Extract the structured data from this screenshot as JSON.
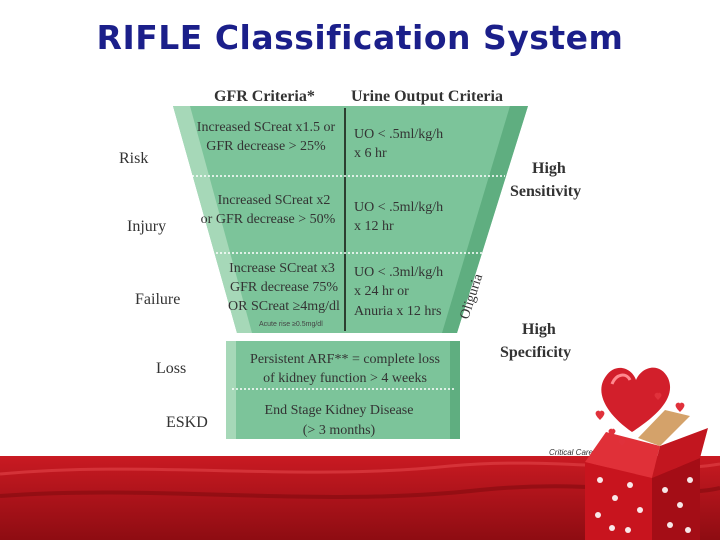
{
  "title": "RIFLE Classification System",
  "headers": {
    "gfr": "GFR Criteria*",
    "urine": "Urine Output Criteria"
  },
  "stages": [
    {
      "label": "Risk"
    },
    {
      "label": "Injury"
    },
    {
      "label": "Failure"
    },
    {
      "label": "Loss"
    },
    {
      "label": "ESKD"
    }
  ],
  "gfr_criteria": {
    "risk": [
      "Increased SCreat x1.5 or",
      "GFR decrease > 25%"
    ],
    "injury": [
      "Increased SCreat x2",
      "or GFR decrease > 50%"
    ],
    "failure": [
      "Increase SCreat x3",
      "GFR decrease 75%",
      "OR SCreat ≥4mg/dl"
    ],
    "failure_note": "Acute rise ≥0.5mg/dl"
  },
  "urine_criteria": {
    "risk": [
      "UO < .5ml/kg/h",
      "x 6 hr"
    ],
    "injury": [
      "UO < .5ml/kg/h",
      "x 12 hr"
    ],
    "failure": [
      "UO < .3ml/kg/h",
      "x 24 hr or",
      "Anuria x 12 hrs"
    ]
  },
  "oliguria_label": "Oliguria",
  "outcomes": {
    "loss": [
      "Persistent ARF** = complete loss",
      "of kidney function > 4 weeks"
    ],
    "eskd": [
      "End Stage Kidney Disease",
      "(> 3 months)"
    ]
  },
  "side_labels": {
    "high_sensitivity": [
      "High",
      "Sensitivity"
    ],
    "high_specificity": [
      "High",
      "Specificity"
    ]
  },
  "credit": "Critical Care",
  "colors": {
    "title": "#1b1f8a",
    "funnel": "#7cc49a",
    "funnel_light": "#a6d8b8",
    "text_dark": "#333333",
    "footer_red": "#b0111a",
    "heart": "#d21f2b"
  }
}
